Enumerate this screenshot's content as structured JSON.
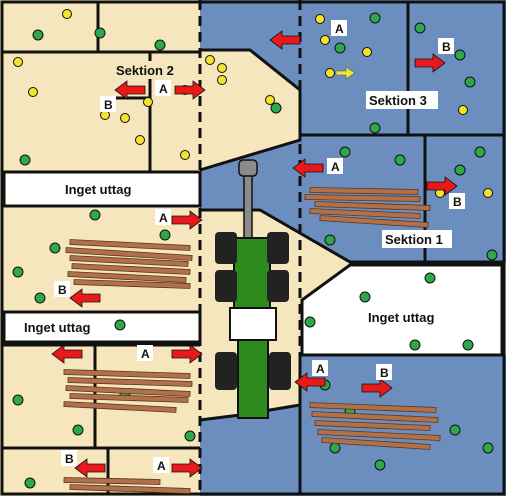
{
  "labels": {
    "sektion1": "Sektion 1",
    "sektion2": "Sektion 2",
    "sektion3": "Sektion 3",
    "inget_uttag_top": "Inget uttag",
    "inget_uttag_left": "Inget uttag",
    "inget_uttag_right": "Inget uttag"
  },
  "letters": {
    "a": "A",
    "b": "B"
  },
  "colors": {
    "tan": "#F5E6BD",
    "blue": "#6C8EBF",
    "white": "#FFFFFF",
    "arrow": "#E8191B",
    "tree_green": "#2EA84A",
    "tree_yellow": "#F3E32A",
    "log": "#B0714A",
    "tractor": "#2F8A1E",
    "outline": "#111111"
  }
}
